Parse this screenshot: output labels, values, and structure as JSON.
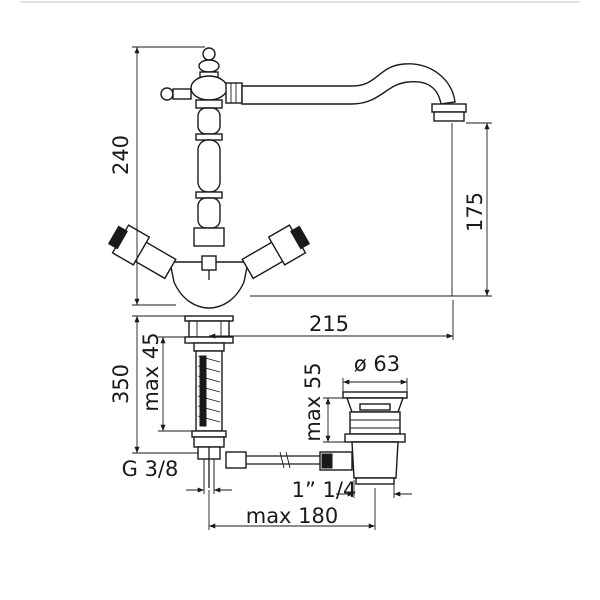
{
  "dimensions": {
    "height_total": "240",
    "spout_height": "175",
    "reach": "215",
    "under_height": "350",
    "max_thickness": "max 45",
    "thread": "G 3/8",
    "waste_diameter": "ø 63",
    "waste_max": "max 55",
    "waste_thread": "1” 1/4",
    "rod_max": "max 180"
  },
  "colors": {
    "line": "#1a1a1a",
    "background": "#ffffff"
  }
}
